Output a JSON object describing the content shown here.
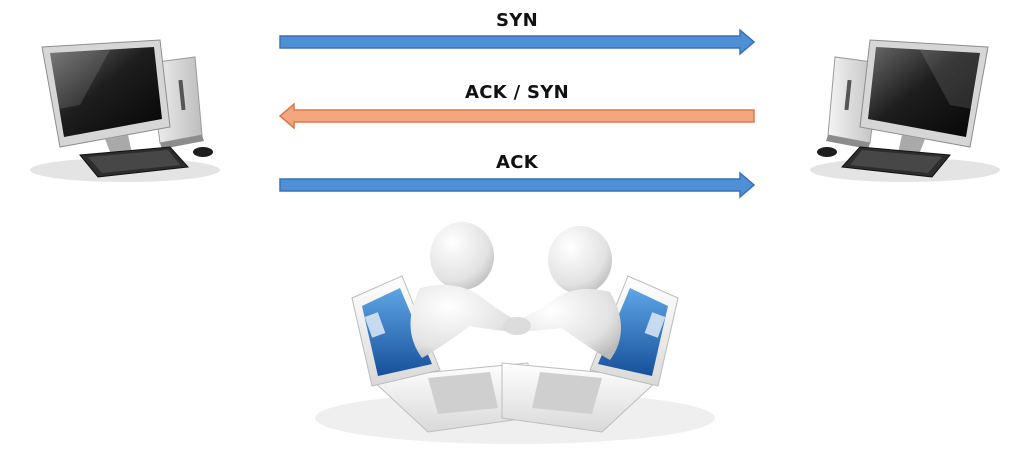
{
  "diagram": {
    "messages": [
      {
        "label": "SYN",
        "direction": "right",
        "color": "#4f8fd6",
        "stroke": "#3a72b4"
      },
      {
        "label": "ACK / SYN",
        "direction": "left",
        "color": "#f4a77e",
        "stroke": "#d9784a"
      },
      {
        "label": "ACK",
        "direction": "right",
        "color": "#4f8fd6",
        "stroke": "#3a72b4"
      }
    ],
    "left_host_icon": "desktop-computer-icon",
    "right_host_icon": "desktop-computer-icon",
    "illustration_icon": "laptop-handshake-icon"
  }
}
